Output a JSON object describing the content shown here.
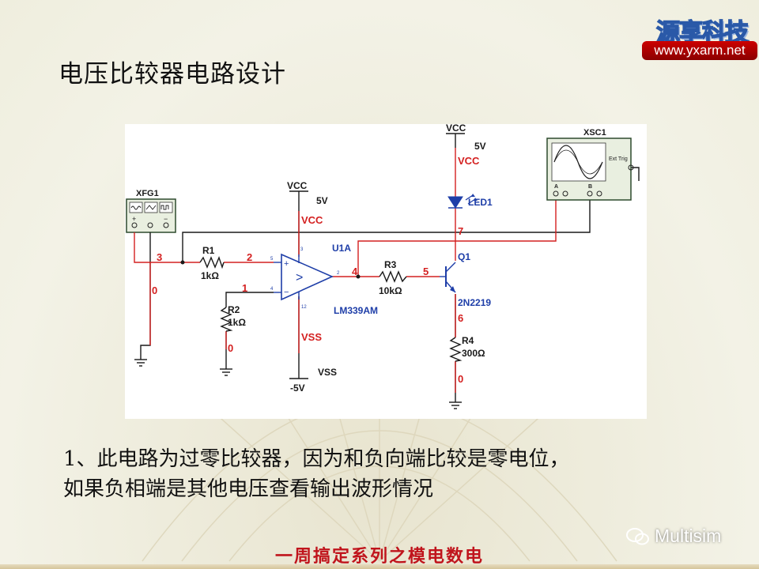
{
  "slide": {
    "title": "电压比较器电路设计",
    "logo": {
      "name": "源享科技",
      "url": "www.yxarm.net"
    },
    "body_lines": [
      "1、此电路为过零比较器，因为和负向端比较是零电位，",
      "如果负相端是其他电压查看输出波形情况"
    ],
    "watermark": "Multisim",
    "footer": "一周搞定系列之模电数电"
  },
  "circuit": {
    "xfg": {
      "ref": "XFG1",
      "terminals": [
        "+",
        "",
        "−"
      ]
    },
    "r1": {
      "ref": "R1",
      "value": "1kΩ"
    },
    "r2": {
      "ref": "R2",
      "value": "1kΩ"
    },
    "r3": {
      "ref": "R3",
      "value": "10kΩ"
    },
    "r4": {
      "ref": "R4",
      "value": "300Ω"
    },
    "opamp": {
      "ref": "U1A",
      "part": "LM339AM",
      "pins": [
        "3",
        "5",
        "4",
        "2",
        "12"
      ],
      "symbol": ">"
    },
    "vcc_top": {
      "name": "VCC",
      "value": "5V",
      "net": "VCC"
    },
    "vcc_right": {
      "name": "VCC",
      "value": "5V",
      "net": "VCC"
    },
    "vss": {
      "name": "VSS",
      "value": "-5V",
      "net": "VSS"
    },
    "led": {
      "ref": "LED1"
    },
    "q1": {
      "ref": "Q1",
      "part": "2N2219"
    },
    "scope": {
      "ref": "XSC1",
      "trigger": "Ext Trig",
      "channels": [
        "A",
        "B"
      ]
    },
    "nets": [
      "3",
      "2",
      "1",
      "0",
      "4",
      "5",
      "7",
      "6",
      "0",
      "0"
    ]
  },
  "colors": {
    "wire_red": "#d42020",
    "wire_dark": "#1a1a1a",
    "component_blue": "#1e3ea8",
    "net_label_red": "#d42020",
    "title_text": "#111111",
    "footer_red": "#c0141c"
  }
}
